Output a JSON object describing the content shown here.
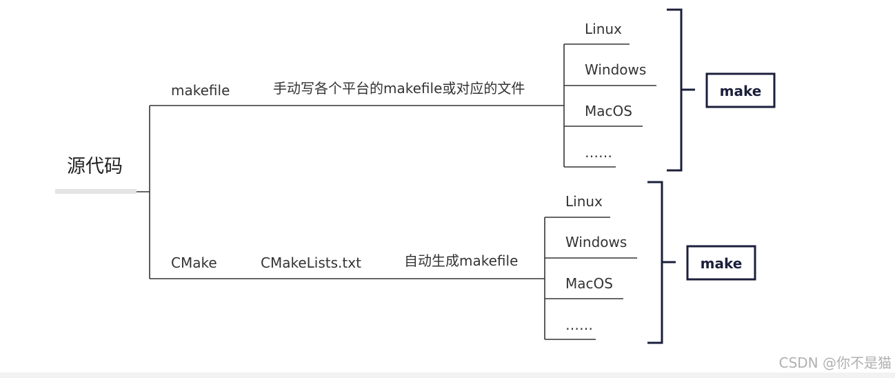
{
  "root": {
    "label": "源代码"
  },
  "branches": [
    {
      "label": "makefile",
      "annotations": [
        "手动写各个平台的makefile或对应的文件"
      ],
      "leaves": [
        "Linux",
        "Windows",
        "MacOS",
        "……"
      ],
      "target": "make"
    },
    {
      "label": "CMake",
      "annotations": [
        "CMakeLists.txt",
        "自动生成makefile"
      ],
      "leaves": [
        "Linux",
        "Windows",
        "MacOS",
        "……"
      ],
      "target": "make"
    }
  ],
  "watermark": "CSDN @你不是猫",
  "colors": {
    "line": "#333333",
    "accent": "#1b1f3b",
    "watermark": "#b0b0b0"
  }
}
